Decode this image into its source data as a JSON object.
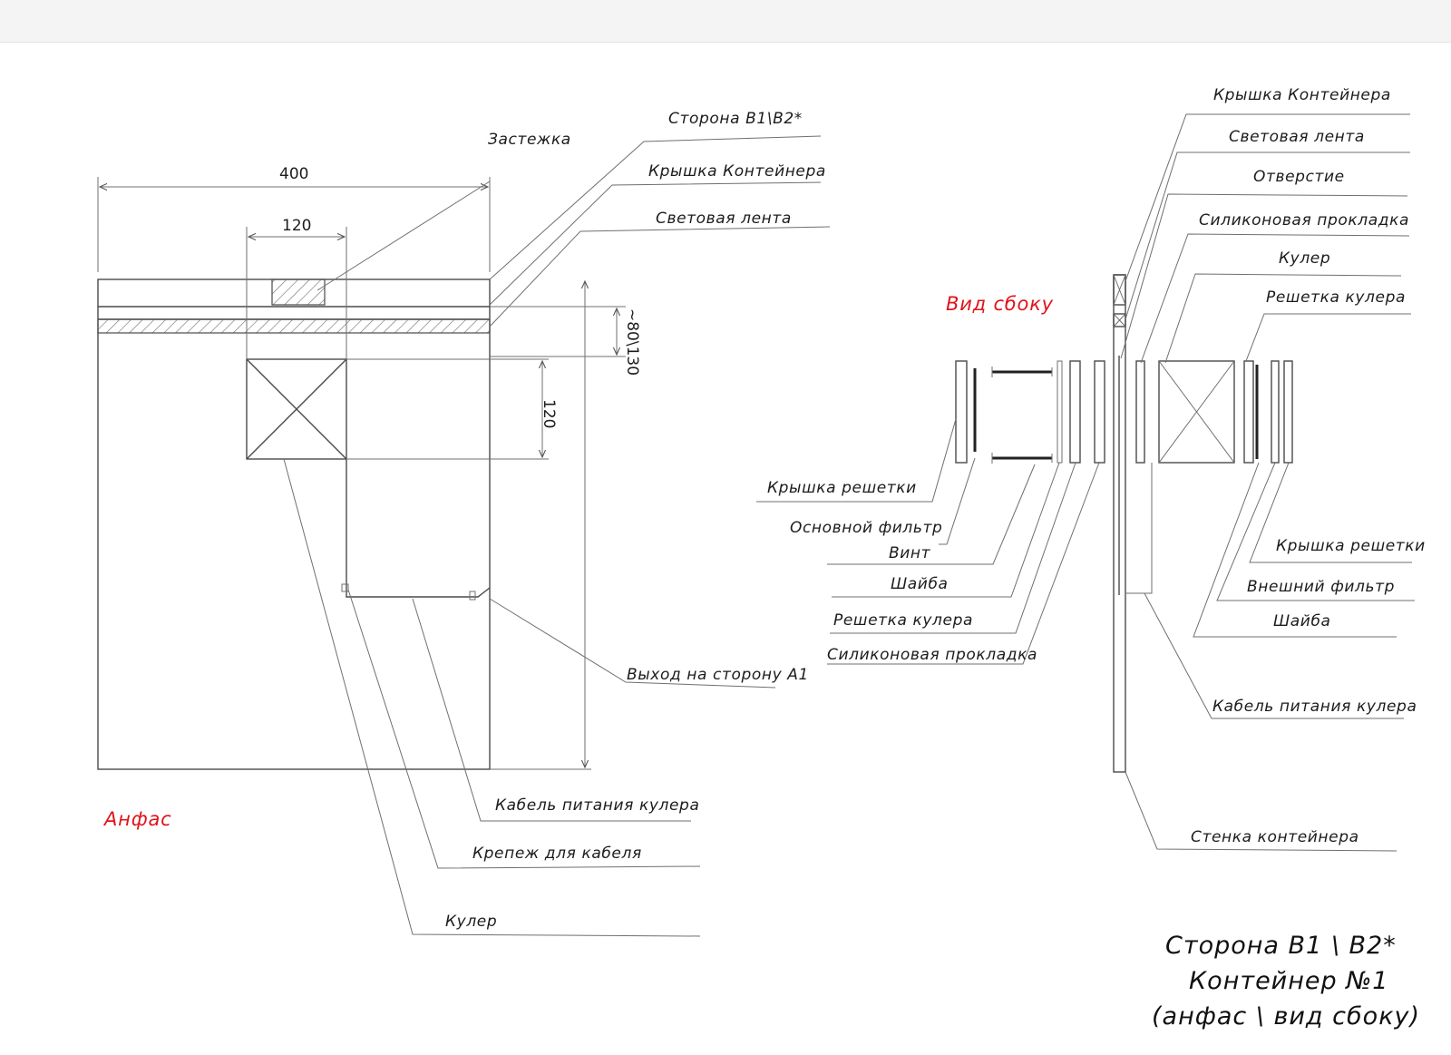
{
  "front_view": {
    "heading": "Анфас",
    "dims": {
      "width": "400",
      "fan_width": "120",
      "fan_height": "120",
      "strip_height": "~80\\130"
    },
    "labels": {
      "side": "Сторона B1\\B2*",
      "clasp": "Застежка",
      "lid": "Крышка Контейнера",
      "light_strip": "Световая лента",
      "exit": "Выход на сторону A1",
      "power_cable": "Кабель питания кулера",
      "cable_mount": "Крепеж для кабеля",
      "cooler": "Кулер"
    }
  },
  "side_view": {
    "heading": "Вид сбоку",
    "labels_right": {
      "lid": "Крышка Контейнера",
      "light_strip": "Световая лента",
      "hole": "Отверстие",
      "gasket": "Силиконовая прокладка",
      "cooler": "Кулер",
      "cooler_grille": "Решетка кулера",
      "grille_cover": "Крышка решетки",
      "outer_filter": "Внешний фильтр",
      "washer": "Шайба",
      "power_cable": "Кабель питания кулера",
      "wall": "Стенка контейнера"
    },
    "labels_left": {
      "grille_cover": "Крышка решетки",
      "main_filter": "Основной фильтр",
      "screw": "Винт",
      "washer": "Шайба",
      "cooler_grille": "Решетка кулера",
      "gasket": "Силиконовая прокладка"
    }
  },
  "title_block": {
    "line1": "Сторона B1 \\ B2*",
    "line2": "Контейнер №1",
    "line3": "(анфас \\ вид сбоку)"
  },
  "colors": {
    "ink": "#1c1c1c",
    "pencil": "#4a4a4a",
    "accent": "#e0141b"
  }
}
